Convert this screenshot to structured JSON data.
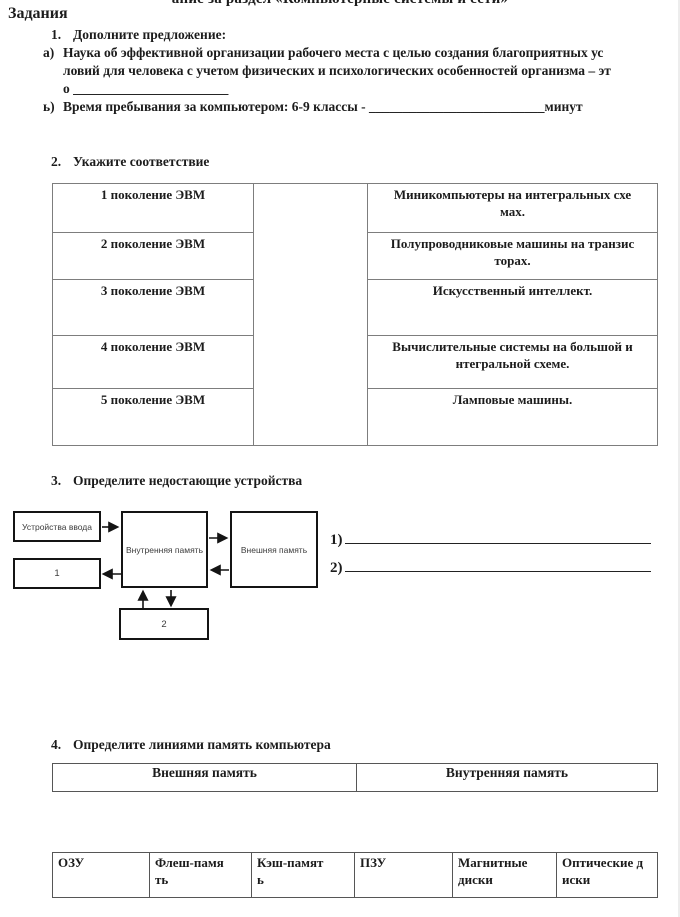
{
  "page": {
    "clipped_title": "ание за раздел «Компьютерные системы и сети»",
    "heading": "Задания"
  },
  "task1": {
    "number": "1.",
    "title": "Дополните предложение:",
    "item_a_marker": "а)",
    "item_a_line1": "Наука об эффективной организации рабочего места с целью создания благоприятных ус",
    "item_a_line2": "ловий для человека с учетом физических и психологических особенностей организма – эт",
    "item_a_line3": "о _______________________",
    "item_b_marker": "ь)",
    "item_b_text": "Время пребывания за компьютером: 6-9 классы - __________________________минут"
  },
  "task2": {
    "number": "2.",
    "title": "Укажите соответствие",
    "left_rows": [
      "1 поколение ЭВМ",
      "2 поколение ЭВМ",
      "3 поколение ЭВМ",
      "4 поколение ЭВМ",
      "5 поколение ЭВМ"
    ],
    "right_rows": [
      "Миникомпьютеры на интегральных схе\nмах.",
      "Полупроводниковые машины на транзис\nторах.",
      "Искусственный интеллект.",
      "Вычислительные системы на большой и\nнтегральной схеме.",
      "Ламповые машины."
    ]
  },
  "task3": {
    "number": "3.",
    "title": "Определите недостающие устройства",
    "box_input": "Устройства ввода",
    "box_internal": "Внутренняя память",
    "box_external": "Внешняя память",
    "box_1": "1",
    "box_2": "2",
    "answer1_label": "1)",
    "answer2_label": "2)"
  },
  "task4": {
    "number": "4.",
    "title": "Определите линиями память компьютера",
    "header_cells": [
      "Внешняя память",
      "Внутренняя память"
    ],
    "memory_cells": [
      "ОЗУ",
      "Флеш-памя\nть",
      "Кэш-памят\nь",
      "ПЗУ",
      "Магнитные\nдиски",
      "Оптические д\nиски"
    ]
  }
}
